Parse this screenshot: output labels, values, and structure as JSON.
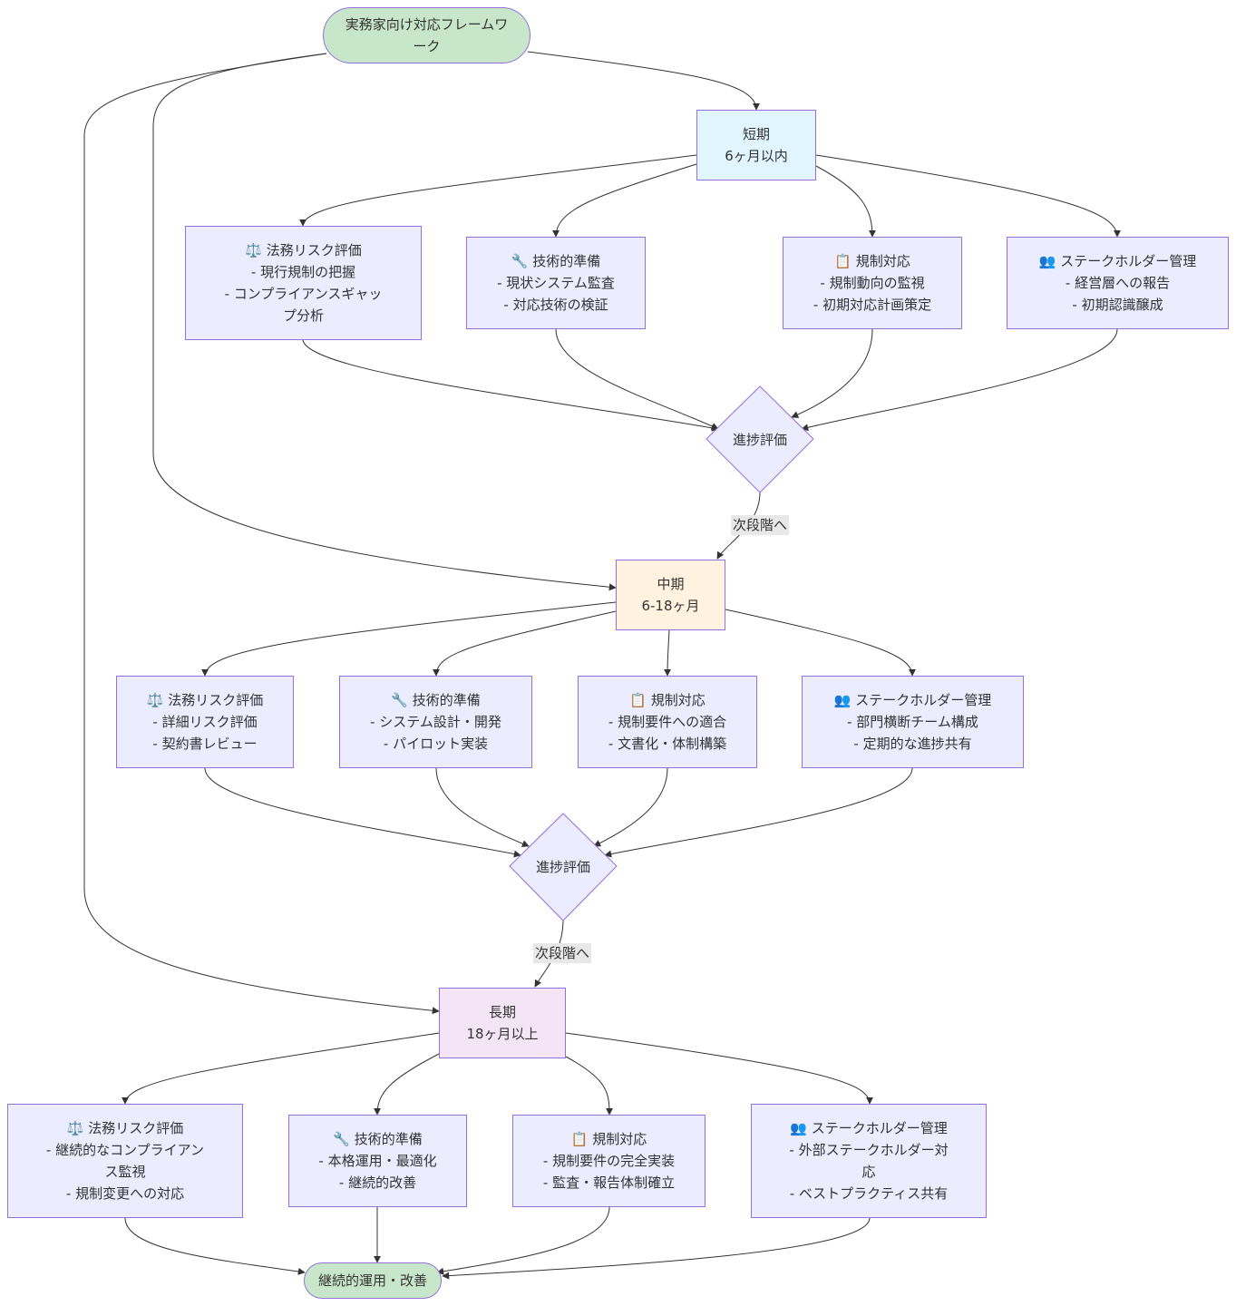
{
  "start": {
    "label": "実務家向け対応フレームワ\nーク",
    "color": "#c8e6c9"
  },
  "end": {
    "label": "継続的運用・改善",
    "color": "#c8e6c9"
  },
  "phases": [
    {
      "title": "短期",
      "subtitle": "6ヶ月以内",
      "color": "#e1f5fe"
    },
    {
      "title": "中期",
      "subtitle": "6-18ヶ月",
      "color": "#fff3e0"
    },
    {
      "title": "長期",
      "subtitle": "18ヶ月以上",
      "color": "#f3e5f5"
    }
  ],
  "icons": {
    "legal": "⚖️",
    "tech": "🔧",
    "reg": "📋",
    "stake": "👥"
  },
  "tasks": [
    [
      {
        "title": "法務リスク評価",
        "lines": [
          "- 現行規制の把握",
          "- コンプライアンスギャッ",
          "プ分析"
        ]
      },
      {
        "title": "技術的準備",
        "lines": [
          "- 現状システム監査",
          "- 対応技術の検証"
        ]
      },
      {
        "title": "規制対応",
        "lines": [
          "- 規制動向の監視",
          "- 初期対応計画策定"
        ]
      },
      {
        "title": "ステークホルダー管理",
        "lines": [
          "- 経営層への報告",
          "- 初期認識醸成"
        ]
      }
    ],
    [
      {
        "title": "法務リスク評価",
        "lines": [
          "- 詳細リスク評価",
          "- 契約書レビュー"
        ]
      },
      {
        "title": "技術的準備",
        "lines": [
          "- システム設計・開発",
          "- パイロット実装"
        ]
      },
      {
        "title": "規制対応",
        "lines": [
          "- 規制要件への適合",
          "- 文書化・体制構築"
        ]
      },
      {
        "title": "ステークホルダー管理",
        "lines": [
          "- 部門横断チーム構成",
          "- 定期的な進捗共有"
        ]
      }
    ],
    [
      {
        "title": "法務リスク評価",
        "lines": [
          "- 継続的なコンプライアン",
          "ス監視",
          "- 規制変更への対応"
        ]
      },
      {
        "title": "技術的準備",
        "lines": [
          "- 本格運用・最適化",
          "- 継続的改善"
        ]
      },
      {
        "title": "規制対応",
        "lines": [
          "- 規制要件の完全実装",
          "- 監査・報告体制確立"
        ]
      },
      {
        "title": "ステークホルダー管理",
        "lines": [
          "- 外部ステークホルダー対",
          "応",
          "- ベストプラクティス共有"
        ]
      }
    ]
  ],
  "decisions": [
    {
      "label": "進捗評価",
      "edge_label": "次段階へ"
    },
    {
      "label": "進捗評価",
      "edge_label": "次段階へ"
    }
  ],
  "colors": {
    "node_fill": "#ECECFF",
    "node_border": "#9370DB",
    "edge": "#333333",
    "edge_label_bg": "#e8e8e8"
  }
}
